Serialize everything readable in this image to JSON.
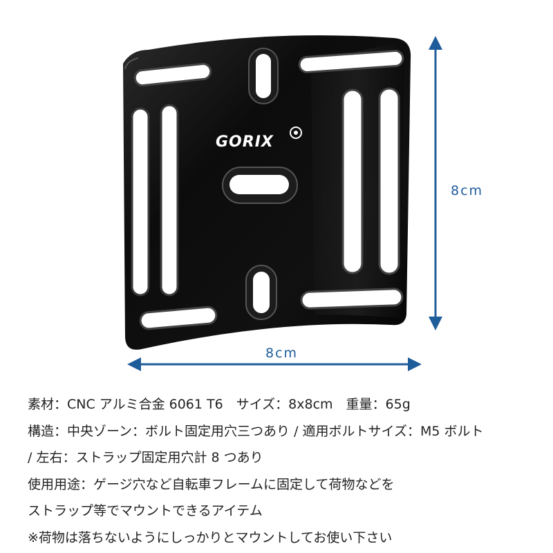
{
  "product": {
    "brand": "GORIX",
    "plate_color": "#0b0b0b",
    "highlight_color": "#3a3a3a"
  },
  "dimensions": {
    "height_label": "8cm",
    "width_label": "8cm",
    "arrow_color": "#1f5c9a"
  },
  "spec_lines": [
    "素材：CNC アルミ合金 6061 T6　サイズ：8x8cm　重量：65g",
    "構造：中央ゾーン：ボルト固定用穴三つあり / 適用ボルトサイズ：M5 ボルト",
    "/ 左右：ストラップ固定用穴計 8 つあり",
    "使用用途：ゲージ穴など自転車フレームに固定して荷物などを",
    "ストラップ等でマウントできるアイテム",
    "※荷物は落ちないようにしっかりとマウントしてお使い下さい"
  ]
}
